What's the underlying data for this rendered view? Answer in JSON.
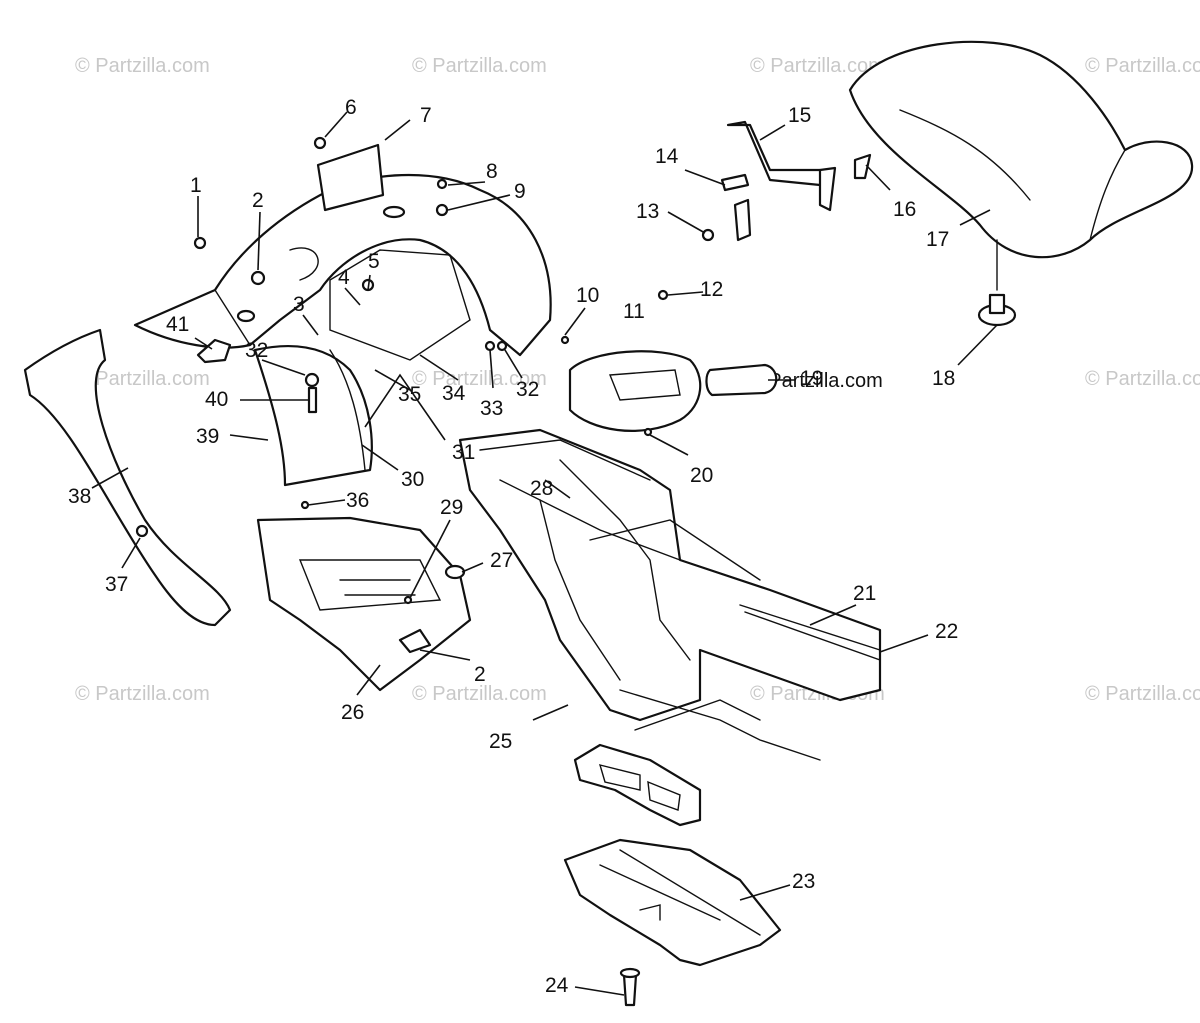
{
  "watermark": "© Partzilla.com",
  "callouts": {
    "c1": "1",
    "c2": "2",
    "c2b": "2",
    "c3": "3",
    "c4": "4",
    "c5": "5",
    "c6": "6",
    "c7": "7",
    "c8": "8",
    "c9": "9",
    "c10": "10",
    "c11": "11",
    "c12": "12",
    "c13": "13",
    "c14": "14",
    "c15": "15",
    "c16": "16",
    "c17": "17",
    "c18": "18",
    "c19": "19",
    "c20": "20",
    "c21": "21",
    "c22": "22",
    "c23": "23",
    "c24": "24",
    "c25": "25",
    "c26": "26",
    "c27": "27",
    "c28": "28",
    "c29": "29",
    "c30": "30",
    "c31": "31",
    "c32": "32",
    "c32b": "32",
    "c33": "33",
    "c34": "34",
    "c35": "35",
    "c36": "36",
    "c37": "37",
    "c38": "38",
    "c39": "39",
    "c40": "40",
    "c41": "41"
  }
}
